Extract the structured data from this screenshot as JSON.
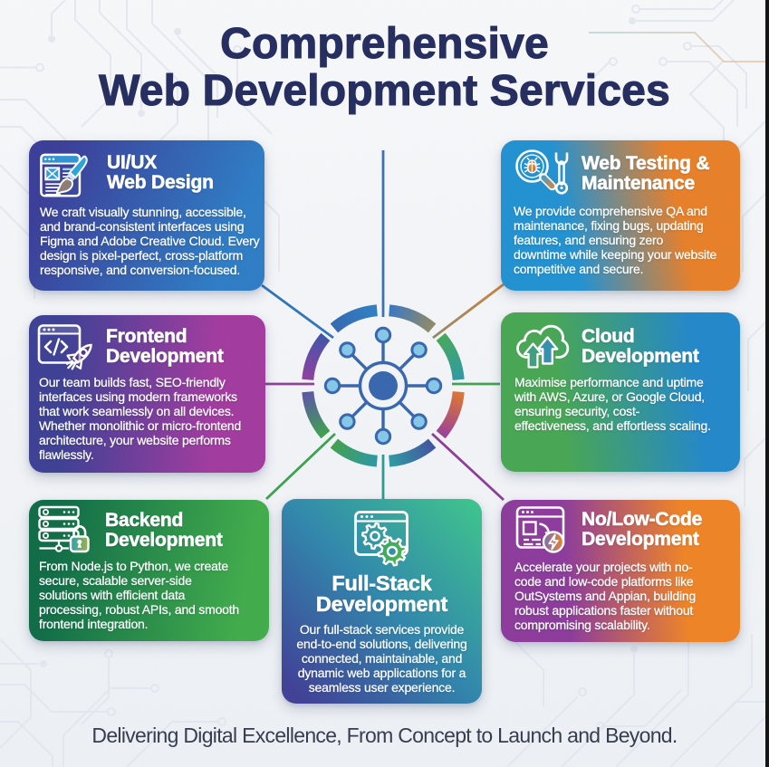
{
  "title": {
    "text": "Comprehensive\nWeb Development Services"
  },
  "tagline": "Delivering Digital Excellence, From Concept to Launch and Beyond.",
  "hub": {
    "icon": "network-hub-icon"
  },
  "colors": {
    "title_navy": "#232c5e",
    "tagline_gray": "#333b4d",
    "card_text": "#ffffff",
    "background": "#f2f4f7",
    "circuit_trace": "#dfe3ec"
  },
  "cards": [
    {
      "id": "uiux",
      "heading": "UI/UX\nWeb Design",
      "body": "We craft visually stunning, accessible,\nand brand-consistent interfaces using\nFigma and Adobe Creative Cloud. Every\ndesign is pixel-perfect, cross-platform\nresponsive, and conversion-focused.",
      "icon": "wireframe-paintbrush-icon",
      "gradient_css": "background:linear-gradient(112deg,#3a3d98 12%,#2d7cc5 82%)"
    },
    {
      "id": "web-testing",
      "heading": "Web Testing &\nMaintenance",
      "body": "We provide comprehensive QA and\nmaintenance, fixing bugs, updating\nfeatures, and ensuring zero\ndowntime while keeping your website\ncompetitive and secure.",
      "icon": "bug-magnifier-wrench-icon",
      "gradient_css": "background:linear-gradient(78deg,#2191d1 30%,#e87f27 72%)"
    },
    {
      "id": "frontend",
      "heading": "Frontend\nDevelopment",
      "body": "Our team builds fast, SEO-friendly\ninterfaces using modern frameworks\nthat work seamlessly on all devices.\nWhether monolithic or micro-frontend\narchitecture, your website performs\nflawlessly.",
      "icon": "code-window-rocket-icon",
      "gradient_css": "background:linear-gradient(92deg,#3c3f94 14%,#a23a9f 78%)"
    },
    {
      "id": "cloud",
      "heading": "Cloud\nDevelopment",
      "body": "Maximise performance and uptime\nwith AWS, Azure, or Google Cloud,\nensuring security, cost-\neffectiveness, and effortless scaling.",
      "icon": "cloud-upload-icon",
      "gradient_css": "background:linear-gradient(83deg,#47a653 26%,#2287c9 80%)"
    },
    {
      "id": "backend",
      "heading": "Backend\nDevelopment",
      "body": "From Node.js to Python, we create\nsecure, scalable server-side\nsolutions with efficient data\nprocessing, robust APIs, and smooth\nfrontend integration.",
      "icon": "server-lock-icon",
      "gradient_css": "background:linear-gradient(100deg,#0e6b46 12%,#40ac4a 88%)"
    },
    {
      "id": "fullstack",
      "heading": "Full-Stack\nDevelopment",
      "body": "Our full-stack services provide\nend-to-end solutions, delivering\nconnected, maintainable, and\ndynamic web applications for a\nseamless user experience.",
      "icon": "window-gears-icon",
      "gradient_css": "background:linear-gradient(45deg,#3f3f96 6%,#2f86ac 50%,#3cc28d 97%)"
    },
    {
      "id": "no-low-code",
      "heading": "No/Low-Code\nDevelopment",
      "body": "Accelerate your projects with no-\ncode and low-code platforms like\nOutSystems and Appian, building\nrobust applications faster without\ncompromising scalability.",
      "icon": "window-lightning-icon",
      "gradient_css": "background:linear-gradient(86deg,#8c3a9b 28%,#ef8325 76%)"
    }
  ]
}
